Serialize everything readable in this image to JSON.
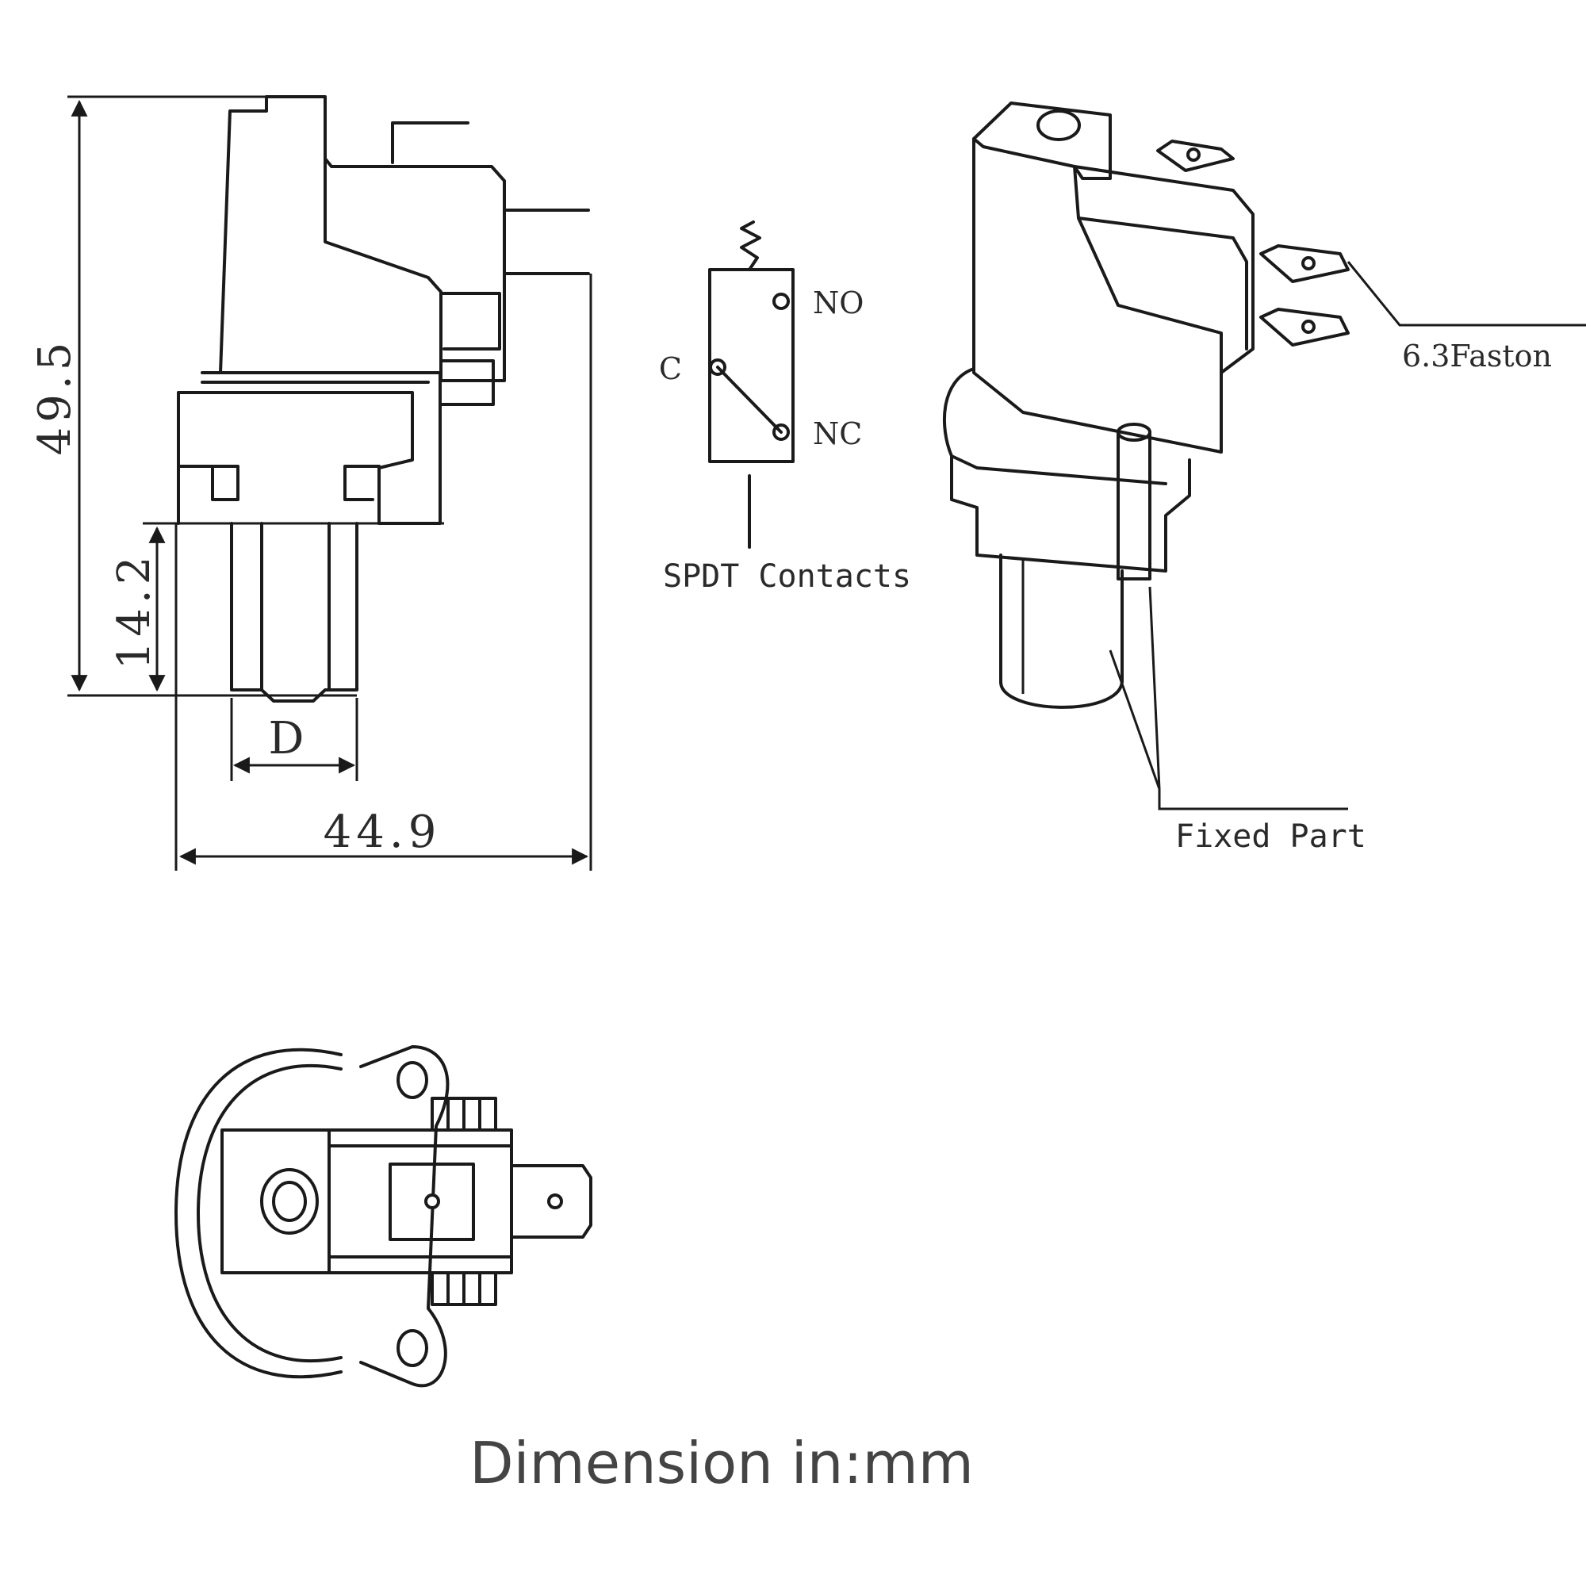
{
  "side_view": {
    "height_total": "49.5",
    "height_port": "14.2",
    "width_total": "44.9",
    "port_diameter": "D"
  },
  "schematic": {
    "common_label": "C",
    "no_label": "NO",
    "nc_label": "NC",
    "caption": "SPDT Contacts"
  },
  "perspective_view": {
    "terminal_label": "6.3Faston",
    "fixed_label": "Fixed Part"
  },
  "footer": {
    "units": "Dimension in:mm"
  }
}
